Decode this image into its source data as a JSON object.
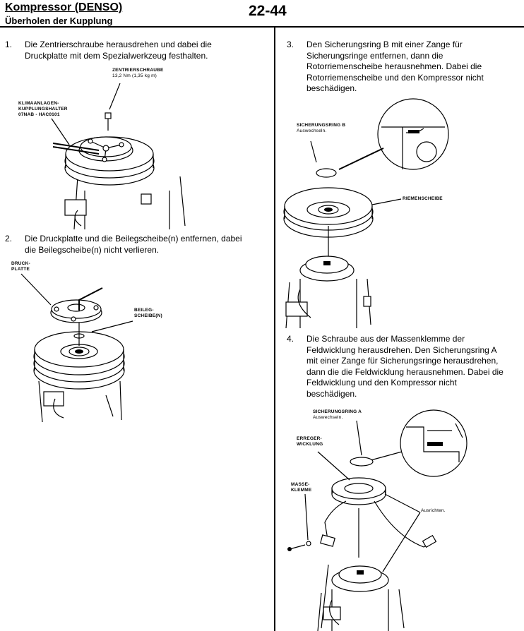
{
  "header": {
    "title": "Kompressor (DENSO)",
    "subtitle": "Überholen der Kupplung",
    "page": "22-44"
  },
  "steps": [
    {
      "num": "1.",
      "text": "Die Zentrierschraube herausdrehen und dabei die\nDruckplatte mit dem Spezialwerkzeug festhalten."
    },
    {
      "num": "2.",
      "text": "Die Druckplatte und die Beilegscheibe(n) entfernen, dabei\ndie Beilegscheibe(n) nicht verlieren."
    },
    {
      "num": "3.",
      "text": "Den Sicherungsring B mit einer Zange für\nSicherungsringe entfernen, dann die\nRotorriemenscheibe herausnehmen. Dabei die\nRotorriemenscheibe und den Kompressor nicht\nbeschädigen."
    },
    {
      "num": "4.",
      "text": "Die Schraube aus der Massenklemme der\nFeldwicklung herausdrehen. Den Sicherungsring A\nmit einer Zange für Sicherungsringe herausdrehen,\ndann die die Feldwicklung herausnehmen. Dabei die\nFeldwicklung und den Kompressor nicht\nbeschädigen."
    }
  ],
  "labels": {
    "zentrierschraube": "ZENTRIERSCHRAUBE",
    "torque": "13,2 Nm (1,35 kg m)",
    "klimaanlagen": "KLIMAANLAGEN-\nKUPPLUNGSHALTER\n07NAB - HAC0101",
    "druckplatte": "DRUCK-\nPLATTE",
    "beilegscheibe": "BEILEG-\nSCHEIBE(N)",
    "sicherungsring_b": "SICHERUNGSRING B",
    "auswechseln_b": "Auswechseln.",
    "riemenscheibe": "RIEMENSCHEIBE",
    "sicherungsring_a": "SICHERUNGSRING A",
    "auswechseln_a": "Auswechseln.",
    "erreger": "ERREGER-\nWICKLUNG",
    "masse": "MASSE-\nKLEMME",
    "ausrichten": "Ausrichten."
  }
}
